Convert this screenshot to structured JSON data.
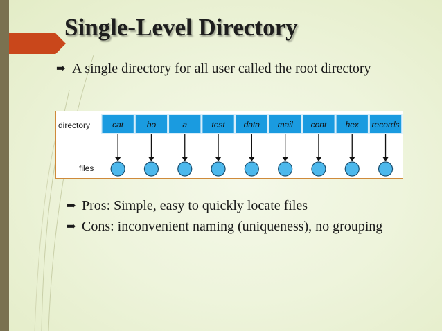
{
  "slide": {
    "title": "Single-Level Directory",
    "bullets": [
      "A single directory for all user called the root directory",
      "Pros: Simple, easy to quickly locate files",
      "Cons: inconvenient naming (uniqueness), no grouping"
    ],
    "bullet_icon": "right-pointing-bullet-icon"
  },
  "diagram": {
    "directory_label": "directory",
    "files_label": "files",
    "entries": [
      "cat",
      "bo",
      "a",
      "test",
      "data",
      "mail",
      "cont",
      "hex",
      "records"
    ],
    "colors": {
      "cell_fill": "#1a9be0",
      "file_fill": "#4db8ec",
      "frame": "#cf8a3a",
      "background": "#ffffff"
    }
  }
}
